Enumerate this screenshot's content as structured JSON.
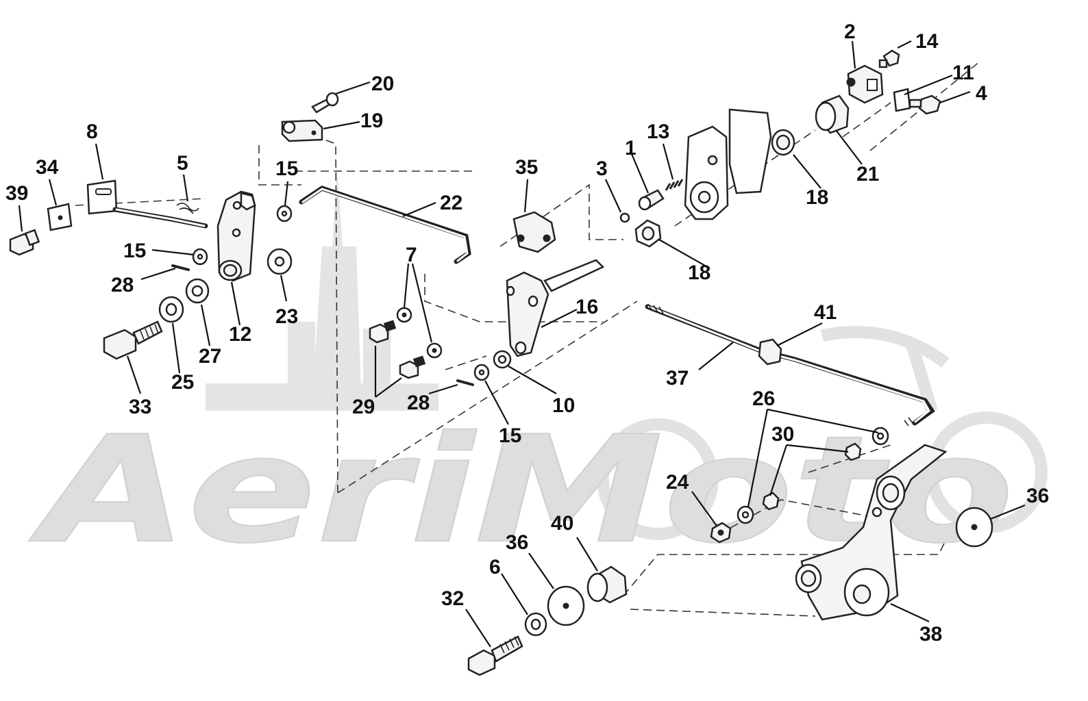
{
  "watermark": {
    "text": "AeriMoto",
    "color": "#dcdcdc"
  },
  "callouts": {
    "c1": "1",
    "c2": "2",
    "c3": "3",
    "c4": "4",
    "c5": "5",
    "c6": "6",
    "c7": "7",
    "c8": "8",
    "c10": "10",
    "c11": "11",
    "c12": "12",
    "c13": "13",
    "c14": "14",
    "c15a": "15",
    "c15b": "15",
    "c15c": "15",
    "c16": "16",
    "c18a": "18",
    "c18b": "18",
    "c19": "19",
    "c20": "20",
    "c21": "21",
    "c22": "22",
    "c23": "23",
    "c24": "24",
    "c25": "25",
    "c26": "26",
    "c27": "27",
    "c28a": "28",
    "c28b": "28",
    "c29": "29",
    "c30": "30",
    "c32": "32",
    "c33": "33",
    "c34": "34",
    "c35": "35",
    "c36a": "36",
    "c36b": "36",
    "c37": "37",
    "c38": "38",
    "c39": "39",
    "c40": "40",
    "c41": "41"
  },
  "colors": {
    "line": "#222222",
    "background": "#ffffff",
    "watermark": "#dcdcdc"
  }
}
